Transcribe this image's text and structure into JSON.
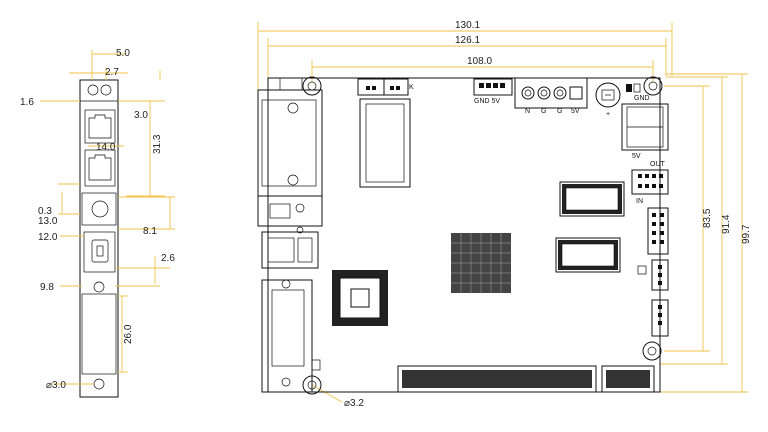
{
  "side_view": {
    "dims": {
      "d5_0": "5.0",
      "d2_7": "2.7",
      "d1_6": "1.6",
      "d3_0": "3.0",
      "d31_3": "31.3",
      "d14_0": "14.0",
      "d0_3": "0.3",
      "d13_0": "13.0",
      "d8_1": "8.1",
      "d12_0": "12.0",
      "d2_6": "2.6",
      "d9_8": "9.8",
      "d26_0": "26.0",
      "hole": "⌀3.0"
    }
  },
  "top_view": {
    "dims": {
      "w130_1": "130.1",
      "w126_1": "126.1",
      "w108_0": "108.0",
      "h83_5": "83.5",
      "h91_4": "91.4",
      "h99_7": "99.7",
      "hole": "⌀3.2"
    },
    "labels": {
      "k": "K",
      "gnd_5v": "GND 5V",
      "power_pins": [
        "N",
        "G",
        "G",
        "5V"
      ],
      "gnd": "GND",
      "v5": "5V",
      "out": "OUT",
      "in": "IN",
      "plus": "+"
    }
  }
}
